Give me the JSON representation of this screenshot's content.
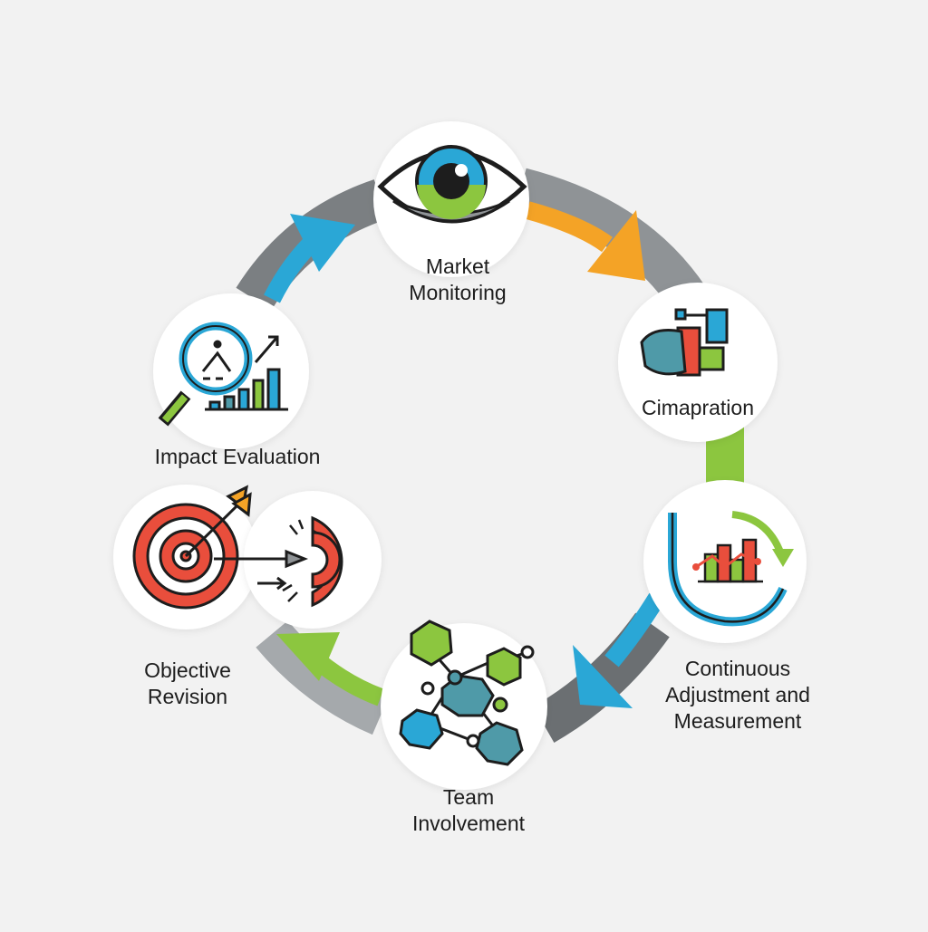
{
  "cycle": {
    "steps": [
      {
        "id": "market-monitoring",
        "lines": [
          "Market",
          "Monitoring"
        ],
        "icon": "eye-icon"
      },
      {
        "id": "cimapration",
        "lines": [
          "Cimapration"
        ],
        "icon": "comparison-blocks-icon"
      },
      {
        "id": "continuous-adjustment",
        "lines": [
          "Continuous",
          "Adjustment and",
          "Measurement"
        ],
        "icon": "adjustment-chart-icon"
      },
      {
        "id": "team-involvement",
        "lines": [
          "Team",
          "Involvement"
        ],
        "icon": "network-cubes-icon"
      },
      {
        "id": "objective-revision",
        "lines": [
          "Objective",
          "Revision"
        ],
        "icon": "target-icon"
      },
      {
        "id": "impact-evaluation",
        "lines": [
          "Impact Evaluation"
        ],
        "icon": "magnifier-chart-icon"
      }
    ],
    "colors": {
      "ring": "#8f9396",
      "ring_dark": "#6b6f72",
      "blue": "#2aa7d6",
      "orange": "#f4a326",
      "green": "#8cc63f",
      "red": "#e94e3c",
      "teal": "#4f9aa8",
      "node_bg": "#ffffff"
    }
  }
}
